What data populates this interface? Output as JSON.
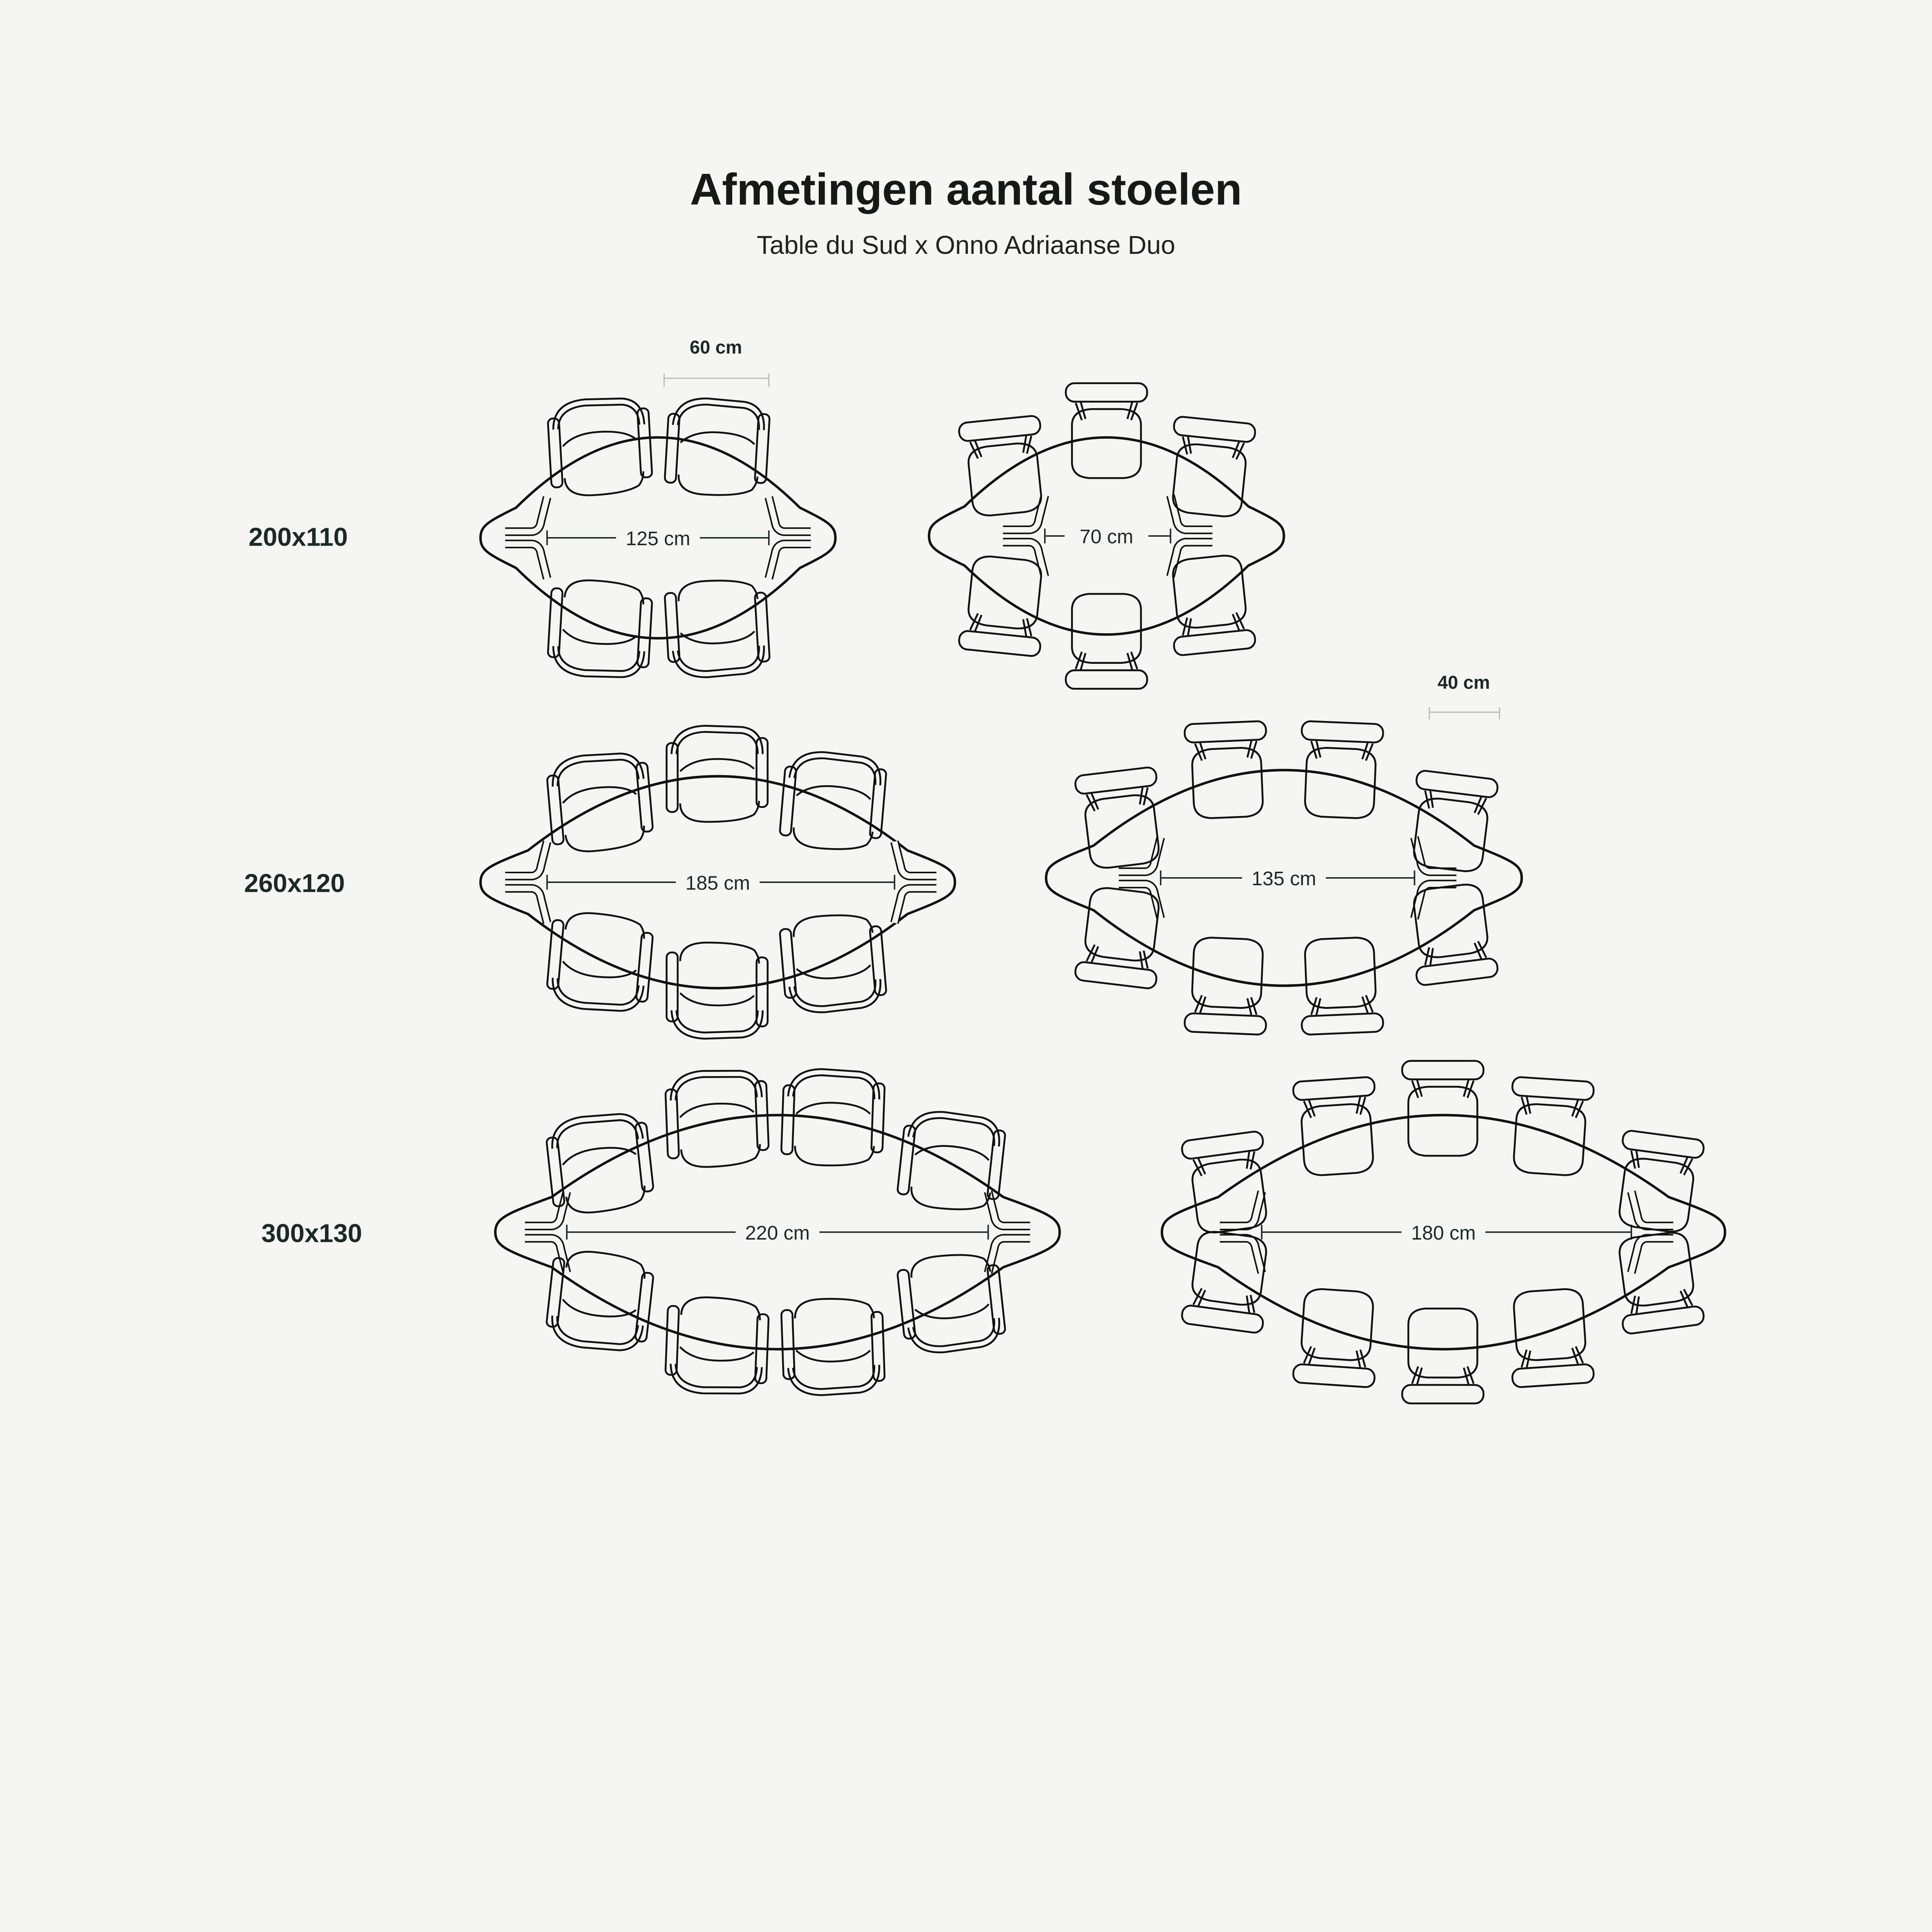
{
  "header": {
    "title": "Afmetingen aantal stoelen",
    "subtitle": "Table du Sud x Onno Adriaanse Duo"
  },
  "dimension_labels": {
    "armchair_width": "60 cm",
    "side_chair_width": "40 cm"
  },
  "rows": [
    {
      "size": "200x110",
      "tables": [
        {
          "chair_type": "armchair",
          "seats_per_side": 2,
          "leg_distance": "125 cm"
        },
        {
          "chair_type": "side-chair",
          "seats_per_side": 3,
          "leg_distance": "70 cm"
        }
      ]
    },
    {
      "size": "260x120",
      "tables": [
        {
          "chair_type": "armchair",
          "seats_per_side": 3,
          "leg_distance": "185 cm"
        },
        {
          "chair_type": "side-chair",
          "seats_per_side": 4,
          "leg_distance": "135 cm"
        }
      ]
    },
    {
      "size": "300x130",
      "tables": [
        {
          "chair_type": "armchair",
          "seats_per_side": 4,
          "leg_distance": "220 cm"
        },
        {
          "chair_type": "side-chair",
          "seats_per_side": 5,
          "leg_distance": "180 cm"
        }
      ]
    }
  ],
  "colors": {
    "background": "#f5f5f3",
    "line": "#111111",
    "text": "#1d2a24"
  }
}
